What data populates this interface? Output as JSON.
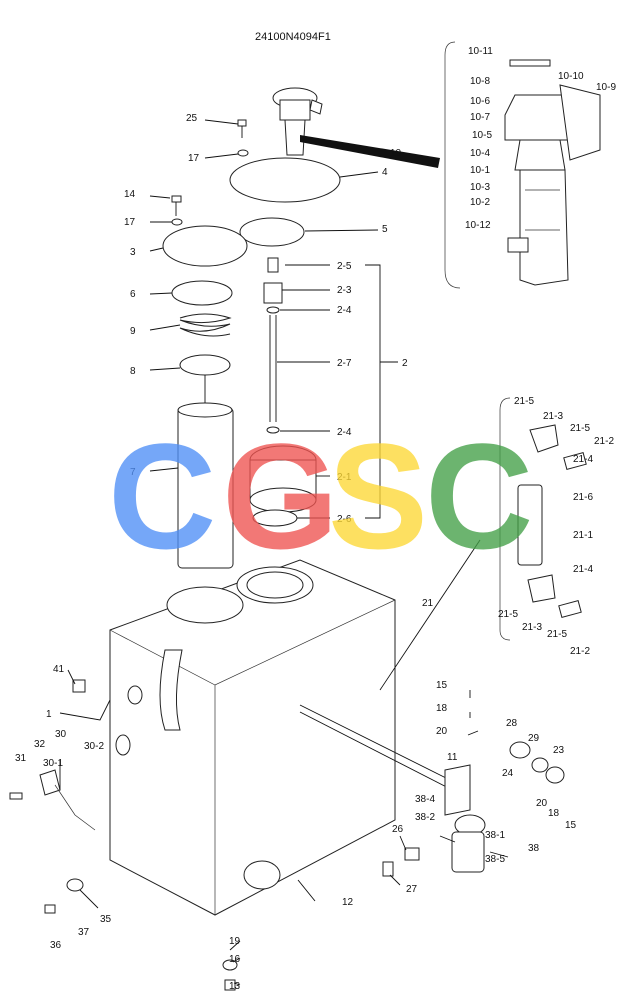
{
  "diagram": {
    "code": "24100N4094F1",
    "watermark": {
      "letters": [
        "C",
        "G",
        "S",
        "C"
      ],
      "colors": [
        "#4f8ff7",
        "#ef5350",
        "#fdd835",
        "#43a047"
      ]
    },
    "labels": [
      "10-11",
      "10-10",
      "10-8",
      "10-9",
      "10-6",
      "10-7",
      "10-5",
      "10-4",
      "10-1",
      "10-3",
      "10-2",
      "10-12",
      "10",
      "25",
      "17",
      "4",
      "14",
      "17",
      "3",
      "5",
      "2-5",
      "2-3",
      "2-4",
      "6",
      "9",
      "2-7",
      "2",
      "8",
      "2-4",
      "21-5",
      "21-3",
      "21-5",
      "21-2",
      "21-4",
      "21-6",
      "7",
      "2-1",
      "2-6",
      "21-1",
      "21-4",
      "21",
      "21-5",
      "21-3",
      "21-5",
      "21-2",
      "41",
      "1",
      "15",
      "18",
      "20",
      "28",
      "29",
      "23",
      "30",
      "32",
      "30-2",
      "30-1",
      "31",
      "24",
      "11",
      "38-4",
      "20",
      "18",
      "15",
      "38-2",
      "38-1",
      "38",
      "38-5",
      "26",
      "27",
      "35",
      "12",
      "37",
      "36",
      "19",
      "16",
      "13"
    ]
  }
}
